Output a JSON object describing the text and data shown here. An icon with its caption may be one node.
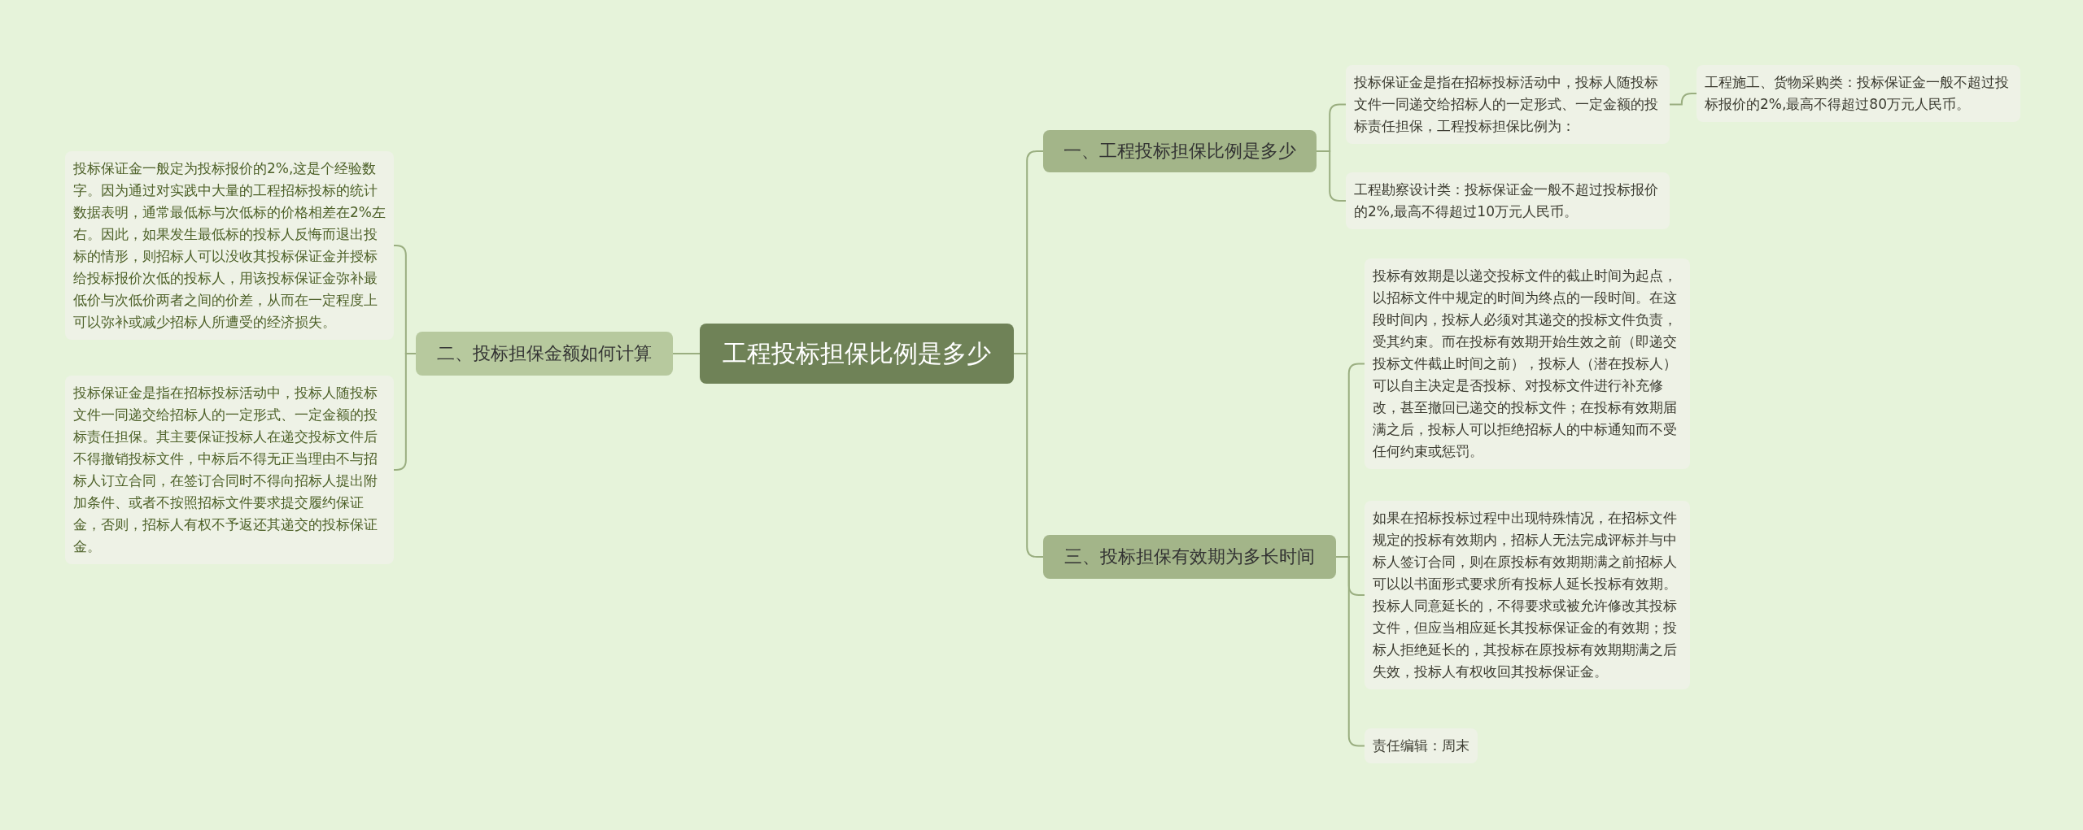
{
  "diagram": {
    "nodes": [
      {
        "text": [
          "工程投标担保比例是多少"
        ]
      },
      {
        "text": [
          "一、工程投标担保比例是多少"
        ]
      },
      {
        "text": [
          "投标保证金是指在招标投标活动中，投标人随投标文件一同递交给招标人的一定形式、一定金额的投标责任担保，工程投标担保比例为："
        ]
      },
      {
        "text": [
          "工程施工、货物采购类：投标保证金一般不超过投标报价的2%,最高不得超过80万元人民币。"
        ]
      },
      {
        "text": [
          "工程勘察设计类：投标保证金一般不超过投标报价的2%,最高不得超过10万元人民币。"
        ]
      },
      {
        "text": [
          "二、投标担保金额如何计算"
        ]
      },
      {
        "text": [
          "投标保证金一般定为投标报价的2%,这是个经验数字。因为通过对实践中大量的工程招标投标的统计数据表明，通常最低标与次低标的价格相差在2%左右。因此，如果发生最低标的投标人反悔而退出投标的情形，则招标人可以没收其投标保证金并授标给投标报价次低的投标人，用该投标保证金弥补最低价与次低价两者之间的价差，从而在一定程度上可以弥补或减少招标人所遭受的经济损失。"
        ]
      },
      {
        "text": [
          "投标保证金是指在招标投标活动中，投标人随投标文件一同递交给招标人的一定形式、一定金额的投标责任担保。其主要保证投标人在递交投标文件后不得撤销投标文件，中标后不得无正当理由不与招标人订立合同，在签订合同时不得向招标人提出附加条件、或者不按照招标文件要求提交履约保证金，否则，招标人有权不予返还其递交的投标保证金。"
        ]
      },
      {
        "text": [
          "三、投标担保有效期为多长时间"
        ]
      },
      {
        "text": [
          "投标有效期是以递交投标文件的截止时间为起点，以招标文件中规定的时间为终点的一段时间。在这段时间内，投标人必须对其递交的投标文件负责，受其约束。而在投标有效期开始生效之前（即递交投标文件截止时间之前），投标人（潜在投标人）可以自主决定是否投标、对投标文件进行补充修改，甚至撤回已递交的投标文件；在投标有效期届满之后，投标人可以拒绝招标人的中标通知而不受任何约束或惩罚。"
        ]
      },
      {
        "text": [
          "如果在招标投标过程中出现特殊情况，在招标文件规定的投标有效期内，招标人无法完成评标并与中标人签订合同，则在原投标有效期期满之前招标人可以以书面形式要求所有投标人延长投标有效期。投标人同意延长的，不得要求或被允许修改其投标文件，但应当相应延长其投标保证金的有效期；投标人拒绝延长的，其投标在原投标有效期期满之后失效，投标人有权收回其投标保证金。"
        ]
      },
      {
        "text": [
          "责任编辑：周末"
        ]
      }
    ],
    "edges": [
      {
        "from": 0,
        "to": 1,
        "arrow": "none"
      },
      {
        "from": 1,
        "to": 2,
        "arrow": "none"
      },
      {
        "from": 2,
        "to": 3,
        "arrow": "none"
      },
      {
        "from": 1,
        "to": 4,
        "arrow": "none"
      },
      {
        "from": 0,
        "to": 5,
        "arrow": "none"
      },
      {
        "from": 5,
        "to": 6,
        "arrow": "none"
      },
      {
        "from": 5,
        "to": 7,
        "arrow": "none"
      },
      {
        "from": 0,
        "to": 8,
        "arrow": "none"
      },
      {
        "from": 8,
        "to": 9,
        "arrow": "none"
      },
      {
        "from": 8,
        "to": 10,
        "arrow": "none"
      },
      {
        "from": 8,
        "to": 11,
        "arrow": "none"
      }
    ]
  }
}
